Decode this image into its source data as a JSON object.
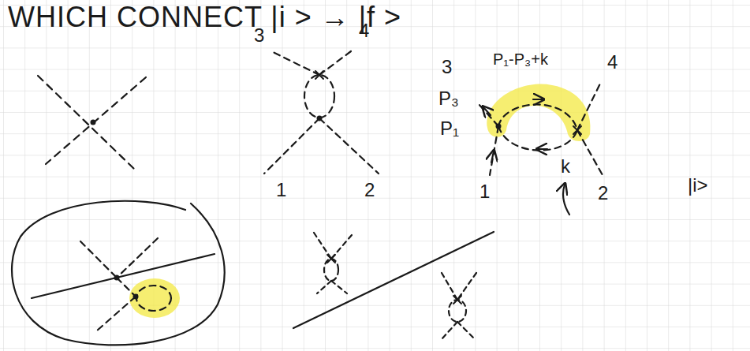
{
  "diagram": {
    "title": "WHICH CONNECT |i > → |f >",
    "labels": [
      "3",
      "4",
      "1",
      "2",
      "3",
      "P₁-P₃+k",
      "4",
      "P₃",
      "P₁",
      "k",
      "1",
      "2",
      "|i>"
    ]
  }
}
